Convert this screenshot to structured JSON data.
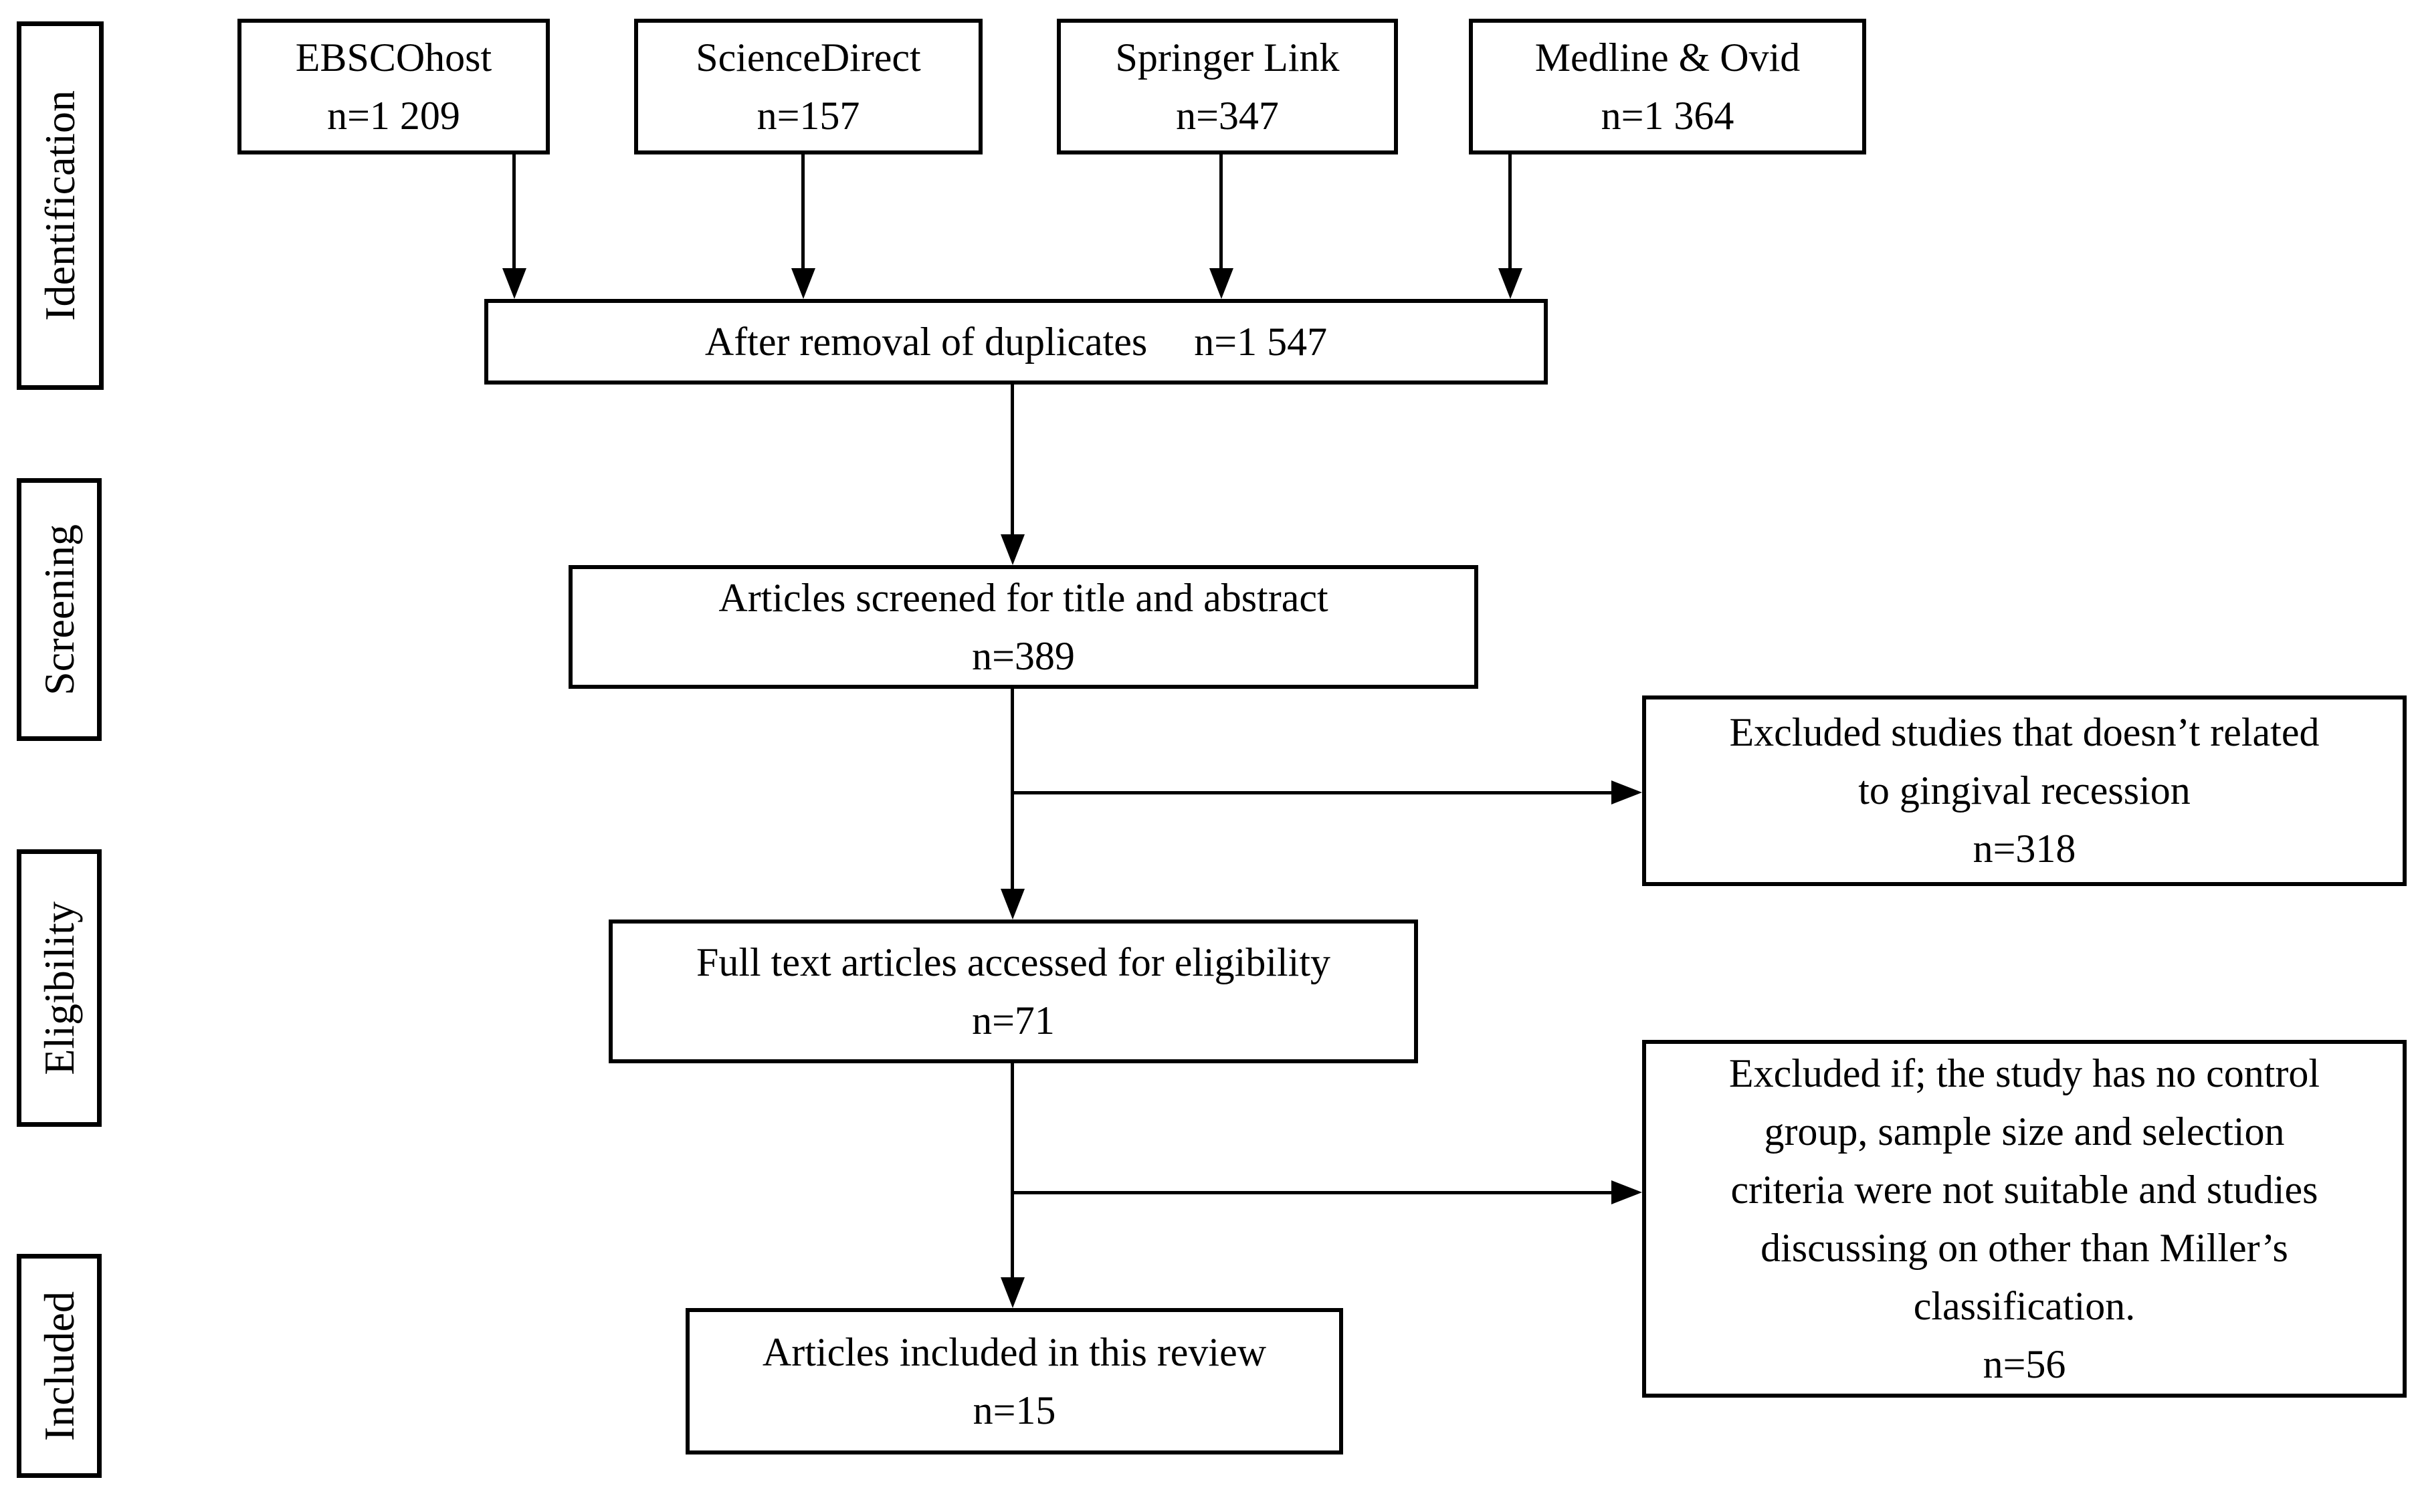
{
  "diagram": {
    "colors": {
      "line": "#000000",
      "background": "#ffffff"
    },
    "stages": [
      {
        "label": "Identification"
      },
      {
        "label": "Screening"
      },
      {
        "label": "Eligibility"
      },
      {
        "label": "Included"
      }
    ],
    "sources": [
      {
        "name": "EBSCOhost",
        "count": "n=1 209"
      },
      {
        "name": "ScienceDirect",
        "count": "n=157"
      },
      {
        "name": "Springer Link",
        "count": "n=347"
      },
      {
        "name": "Medline & Ovid",
        "count": "n=1 364"
      }
    ],
    "duplicates": {
      "label": "After removal of duplicates",
      "count": "n=1 547"
    },
    "screened": {
      "label": "Articles screened for title and abstract",
      "count": "n=389"
    },
    "excluded_screening": {
      "lines": [
        "Excluded studies that doesn’t related",
        "to gingival recession"
      ],
      "count": "n=318"
    },
    "fulltext": {
      "label": "Full text articles accessed for eligibility",
      "count": "n=71"
    },
    "excluded_eligibility": {
      "lines": [
        "Excluded if; the study has no control",
        "group, sample size and selection",
        "criteria were not suitable and studies",
        "discussing on other than Miller’s",
        "classification."
      ],
      "count": "n=56"
    },
    "included": {
      "label": "Articles included in this review",
      "count": "n=15"
    }
  }
}
